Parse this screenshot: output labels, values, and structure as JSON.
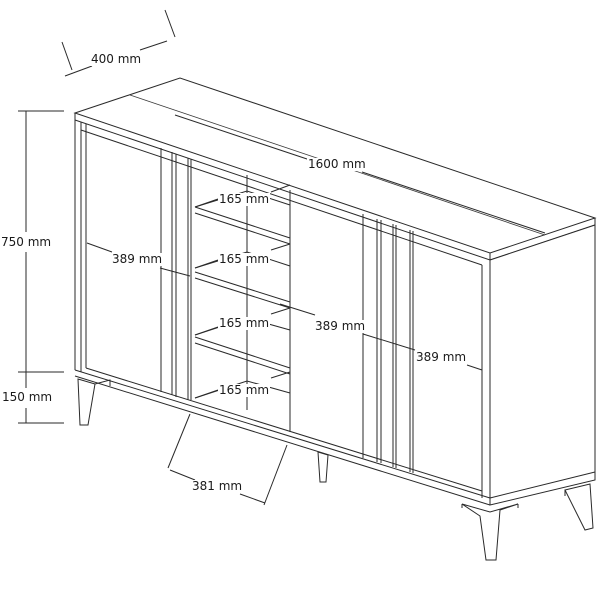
{
  "diagram": {
    "subject": "sideboard cabinet dimension drawing",
    "line_color": "#2a2a2a",
    "background": "#ffffff",
    "dimensions": {
      "depth": "400 mm",
      "width": "1600 mm",
      "body_height": "750 mm",
      "leg_height": "150 mm",
      "leg_spacing": "381 mm",
      "door_left": "389 mm",
      "door_middle": "389 mm",
      "door_right": "389 mm",
      "shelves": [
        "165 mm",
        "165 mm",
        "165 mm",
        "165 mm"
      ]
    }
  }
}
